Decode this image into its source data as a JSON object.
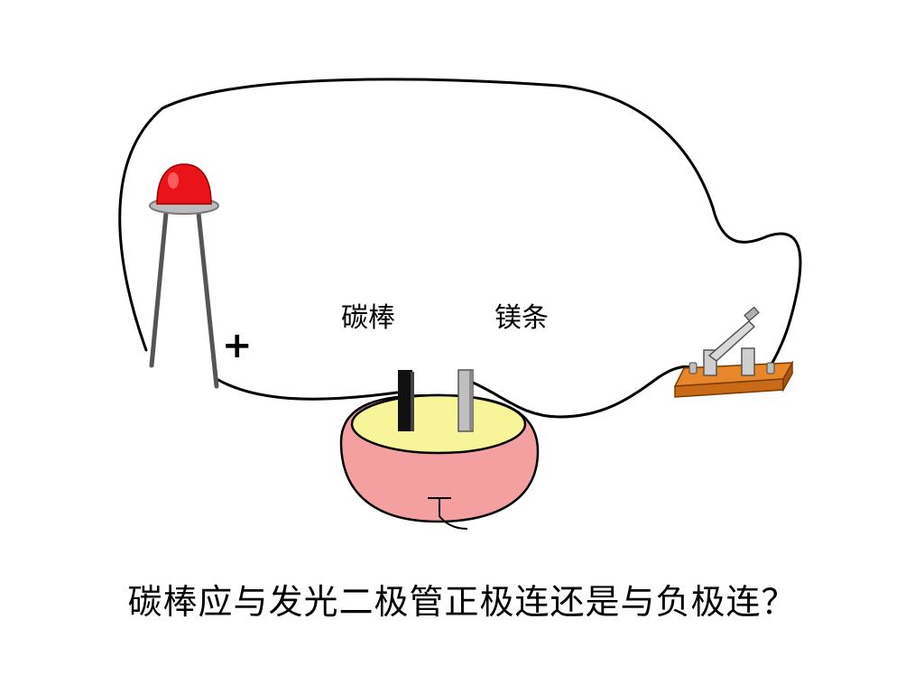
{
  "labels": {
    "carbon_rod": "碳棒",
    "magnesium_strip": "镁条",
    "positive_sign": "+"
  },
  "question": "碳棒应与发光二极管正极连还是与负极连？",
  "colors": {
    "led_bulb": "#e8141a",
    "dish_outer": "#f4a0a0",
    "dish_inner": "#f7f49a",
    "carbon_rod": "#111111",
    "magnesium_strip": "#bfbfbf",
    "switch_base": "#e8862a",
    "wire": "#000000"
  },
  "icons": {
    "led": "light-emitting-diode-icon",
    "dish": "electrolyte-dish-icon",
    "switch": "knife-switch-icon"
  }
}
